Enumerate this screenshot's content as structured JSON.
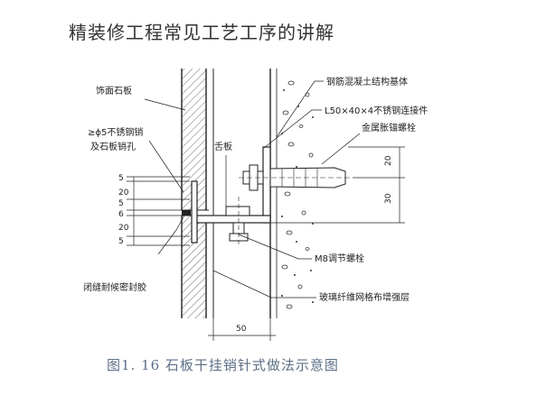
{
  "header": {
    "title": "精装修工程常见工艺工序的讲解"
  },
  "diagram": {
    "labels": {
      "stone_face": "饰面石板",
      "pin_line1": "≥ϕ5不锈钢销",
      "pin_line2": "及石板销孔",
      "tongue": "舌板",
      "sealant": "闭缝耐候密封胶",
      "concrete": "钢筋混凝土结构基体",
      "angle": "L50×40×4不锈钢连接件",
      "anchor": "金属胀锚螺栓",
      "m8": "M8调节螺栓",
      "mesh": "玻璃纤维网格布增强层"
    },
    "dimensions": {
      "left_top_5": "5",
      "left_20a": "20",
      "left_5a": "5",
      "left_6": "6",
      "left_20b": "20",
      "left_5b": "5",
      "right_20": "20",
      "right_30": "30",
      "bottom_50": "50"
    }
  },
  "caption": {
    "text": "图1. 16   石板干挂销针式做法示意图"
  },
  "colors": {
    "line": "#222222",
    "caption": "#5d6f86",
    "title": "#333333"
  }
}
